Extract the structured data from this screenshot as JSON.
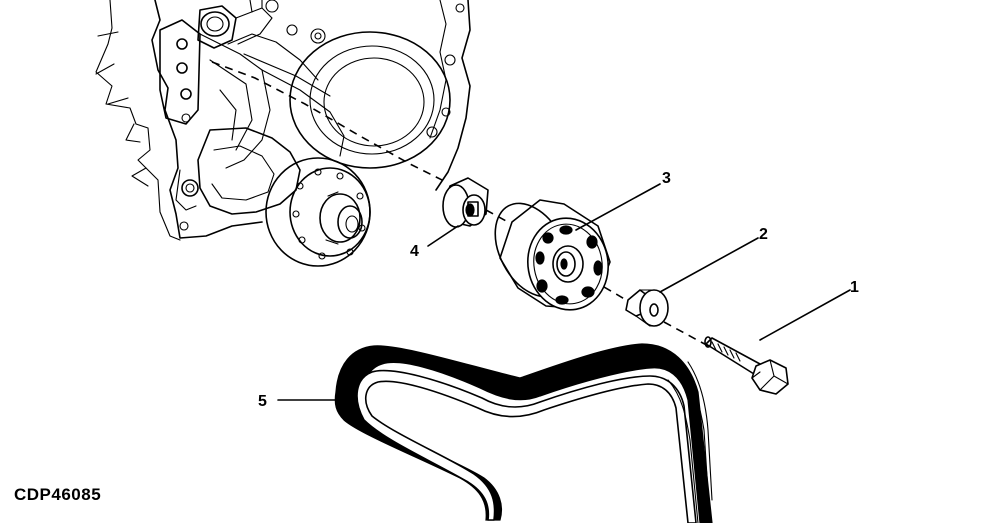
{
  "callouts": {
    "bolt": "1",
    "washer": "2",
    "idler_pulley": "3",
    "spacer": "4",
    "belt": "5"
  },
  "figure_code": "CDP46085"
}
